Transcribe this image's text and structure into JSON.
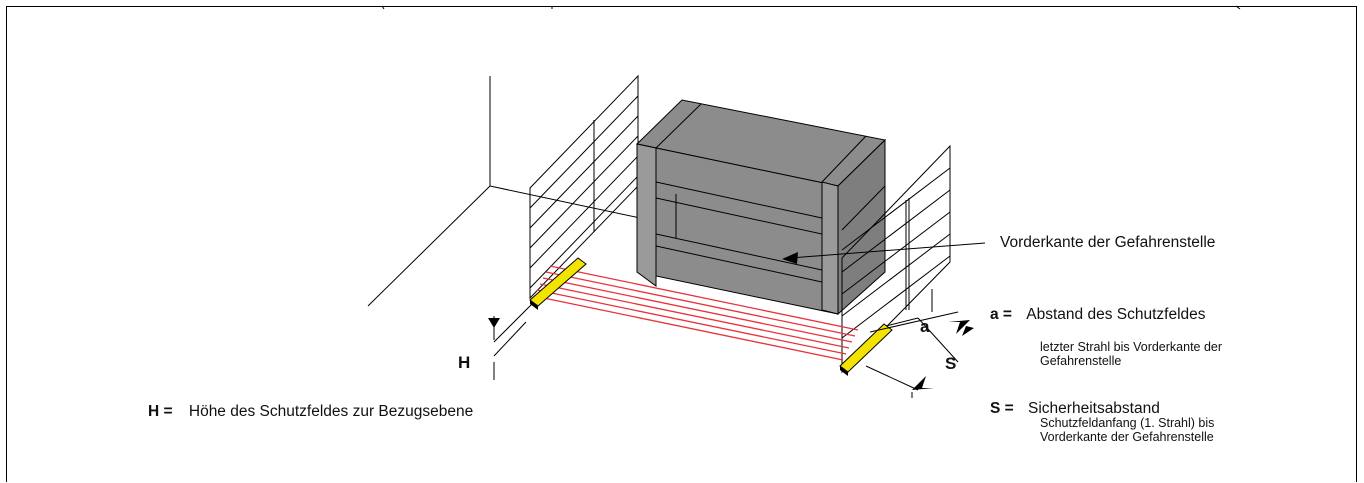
{
  "labels": {
    "hazard_edge": "Vorderkante der Gefahrenstelle",
    "dim_a": "a",
    "dim_s": "S",
    "dim_h": "H"
  },
  "legend": {
    "a": {
      "symbol": "a =",
      "title": "Abstand des Schutzfeldes",
      "desc_line1": "letzter Strahl bis Vorderkante der",
      "desc_line2": "Gefahrenstelle"
    },
    "s": {
      "symbol": "S =",
      "title": "Sicherheitsabstand",
      "desc_line1": "Schutzfeldanfang (1. Strahl) bis",
      "desc_line2": "Vorderkante der Gefahrenstelle"
    },
    "h": {
      "symbol": "H =",
      "title": "Höhe des Schutzfeldes zur Bezugsebene"
    }
  },
  "colors": {
    "machine": "#8c8c8c",
    "machine_dark": "#6f6f6f",
    "beam": "#e8323c",
    "sensor": "#f2e400",
    "line": "#000000"
  }
}
